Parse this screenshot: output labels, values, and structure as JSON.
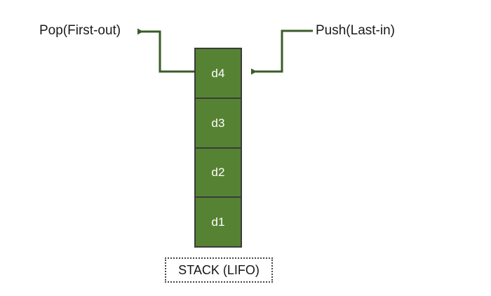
{
  "diagram": {
    "title": "STACK (LIFO)",
    "caption": "STACK (LIFO)",
    "colors": {
      "cell_fill": "#568333",
      "cell_border": "#3b3b3b",
      "connector": "#3a5c28",
      "cell_text": "#ffffff",
      "label_text": "#1a1a1a",
      "caption_border": "#444444",
      "background": "#ffffff"
    },
    "stack": {
      "name": "stack-column",
      "order_top_to_bottom": [
        "d4",
        "d3",
        "d2",
        "d1"
      ],
      "cells": [
        {
          "label": "d4",
          "position": "top"
        },
        {
          "label": "d3",
          "position": "middle-upper"
        },
        {
          "label": "d2",
          "position": "middle-lower"
        },
        {
          "label": "d1",
          "position": "bottom"
        }
      ]
    },
    "annotations": [
      {
        "id": "pop",
        "label": "Pop(First-out)",
        "direction": "out",
        "target_cell": "d4",
        "arrow_points_to": "label"
      },
      {
        "id": "push",
        "label": "Push(Last-in)",
        "direction": "in",
        "target_cell": "d4",
        "arrow_points_to": "stack"
      }
    ]
  }
}
